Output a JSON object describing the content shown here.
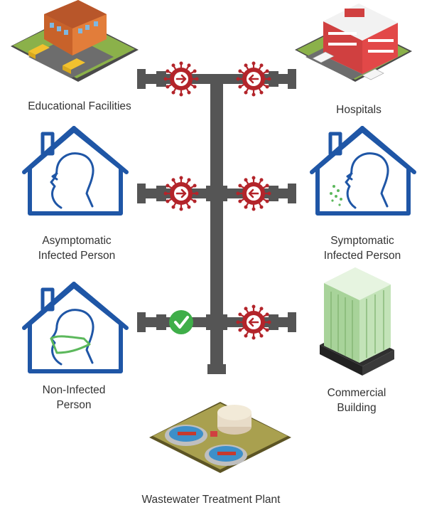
{
  "labels": {
    "educational": "Educational Facilities",
    "hospitals": "Hospitals",
    "asymptomatic": [
      "Asymptomatic",
      "Infected Person"
    ],
    "symptomatic": [
      "Symptomatic",
      "Infected Person"
    ],
    "non_infected": [
      "Non-Infected",
      "Person"
    ],
    "commercial": [
      "Commercial",
      "Building"
    ],
    "treatment_plant": "Wastewater Treatment Plant"
  },
  "flows": [
    {
      "source": "Educational Facilities",
      "status": "virus"
    },
    {
      "source": "Hospitals",
      "status": "virus"
    },
    {
      "source": "Asymptomatic Infected Person",
      "status": "virus"
    },
    {
      "source": "Symptomatic Infected Person",
      "status": "virus"
    },
    {
      "source": "Non-Infected Person",
      "status": "clean"
    },
    {
      "source": "Commercial Building",
      "status": "virus"
    }
  ],
  "colors": {
    "pipe": "#555555",
    "virus": "#b3242a",
    "clean": "#3fae49",
    "house": "#1f56a6",
    "mask": "#5cb85c",
    "symptom": "#5cb85c"
  }
}
